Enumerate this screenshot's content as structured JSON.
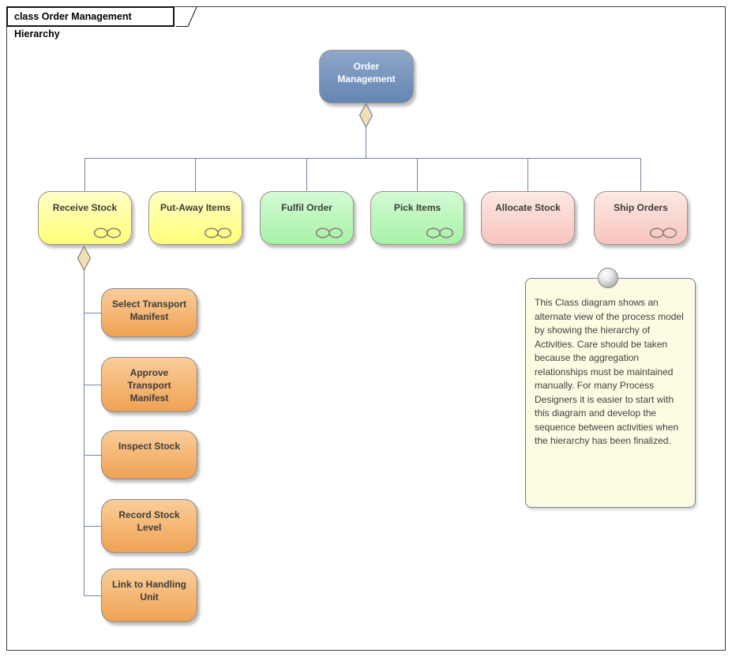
{
  "diagram": {
    "title": "class Order Management Hierarchy"
  },
  "nodes": {
    "root": {
      "label": "Order Management",
      "composite": false
    },
    "children": [
      {
        "label": "Receive Stock",
        "color": "yellow",
        "composite": true
      },
      {
        "label": "Put-Away Items",
        "color": "yellow",
        "composite": true
      },
      {
        "label": "Fulfil Order",
        "color": "green",
        "composite": true
      },
      {
        "label": "Pick Items",
        "color": "green",
        "composite": true
      },
      {
        "label": "Allocate Stock",
        "color": "pink",
        "composite": false
      },
      {
        "label": "Ship Orders",
        "color": "pink",
        "composite": true
      }
    ],
    "sub_children": [
      {
        "label": "Select Transport Manifest",
        "color": "orange"
      },
      {
        "label": "Approve Transport Manifest",
        "color": "orange"
      },
      {
        "label": "Inspect Stock",
        "color": "orange"
      },
      {
        "label": "Record Stock Level",
        "color": "orange"
      },
      {
        "label": "Link to Handling Unit",
        "color": "orange"
      }
    ]
  },
  "note": {
    "text": "This Class diagram shows an alternate view of the process model by showing the hierarchy of Activities. Care should be taken because the aggregation relationships must be maintained manually. For many Process Designers it is easier to start with this diagram and develop the sequence between activities when the hierarchy has been finalized."
  },
  "relationships": {
    "type": "aggregation",
    "parent_of_children": "Order Management",
    "parent_of_sub_children": "Receive Stock"
  },
  "colors": {
    "root_fill": "#6486b2",
    "yellow_fill": "#ffff78",
    "green_fill": "#a7f2a7",
    "pink_fill": "#f8c5bd",
    "orange_fill": "#efa253",
    "diamond_fill": "#f2dfb6",
    "connector": "#76849e",
    "note_fill": "#fdfce3"
  }
}
